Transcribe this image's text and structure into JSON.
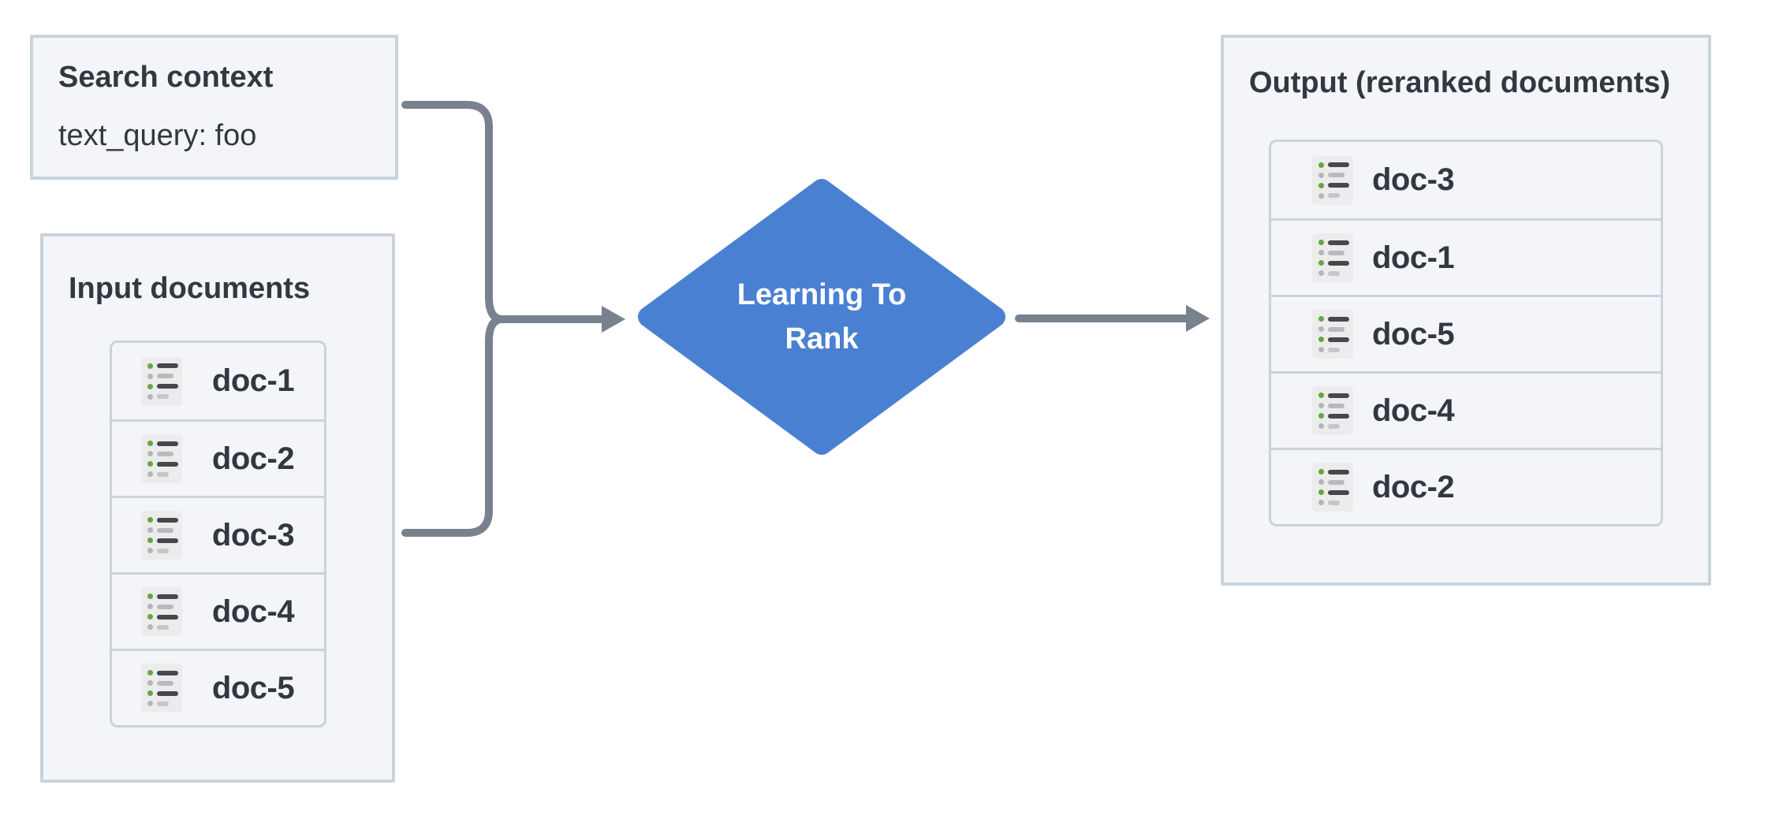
{
  "search_context": {
    "title": "Search context",
    "query": "text_query: foo"
  },
  "input_documents": {
    "title": "Input documents",
    "docs": [
      "doc-1",
      "doc-2",
      "doc-3",
      "doc-4",
      "doc-5"
    ]
  },
  "ltr_node": {
    "lines": [
      "Learning To",
      "Rank"
    ]
  },
  "output_documents": {
    "title": "Output (reranked documents)",
    "docs": [
      "doc-3",
      "doc-1",
      "doc-5",
      "doc-4",
      "doc-2"
    ]
  },
  "colors": {
    "node_fill": "#4a80d1",
    "node_text": "#ffffff",
    "arrow": "#78828e",
    "panel_fill": "#f3f5f8",
    "panel_border": "#c8d3dd",
    "text": "#343741",
    "icon_bg": "#ececec",
    "icon_green": "#62a83e",
    "icon_gray": "#b2b6ba"
  }
}
